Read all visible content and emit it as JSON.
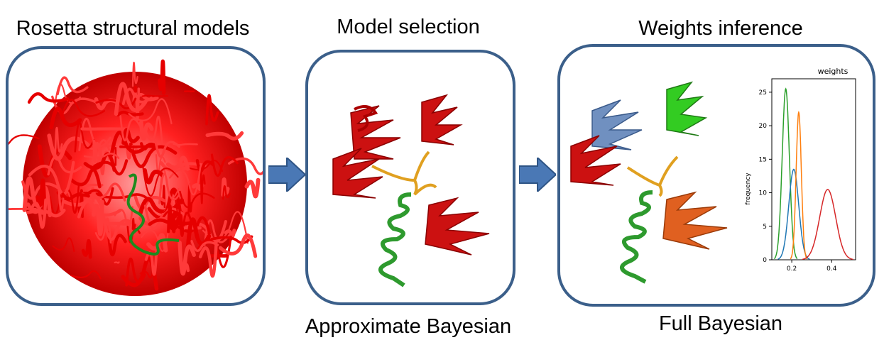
{
  "stages": [
    {
      "title": "Rosetta structural models",
      "subtitle": ""
    },
    {
      "title": "Model selection",
      "subtitle": "Approximate Bayesian"
    },
    {
      "title": "Weights inference",
      "subtitle": "Full Bayesian"
    }
  ],
  "colors": {
    "panel_border": "#3b5f8a",
    "arrow_fill": "#4a78b5",
    "domain_red": "#cc1111",
    "ensemble_red": "#ff1a1a",
    "helix_green": "#2e9a2e",
    "linker_orange": "#e0a020",
    "domain_blue": "#7090c0",
    "domain_green": "#33cc22",
    "domain_orange": "#e06020"
  },
  "chart_data": {
    "type": "line",
    "title": "weights",
    "xlabel": "",
    "ylabel": "frequency",
    "xlim": [
      0.1,
      0.52
    ],
    "ylim": [
      0,
      27
    ],
    "xticks": [
      0.2,
      0.4
    ],
    "xtick_labels": [
      "0.2",
      "0.4"
    ],
    "yticks": [
      0,
      5,
      10,
      15,
      20,
      25
    ],
    "ytick_labels": [
      "0",
      "5",
      "10",
      "15",
      "20",
      "25"
    ],
    "grid": false,
    "series": [
      {
        "color": "#2ca02c",
        "peak_x": 0.17,
        "peak_y": 25.5,
        "width": 0.018
      },
      {
        "color": "#1f77b4",
        "peak_x": 0.21,
        "peak_y": 13.5,
        "width": 0.025
      },
      {
        "color": "#ff7f0e",
        "peak_x": 0.235,
        "peak_y": 22,
        "width": 0.013
      },
      {
        "color": "#d62728",
        "peak_x": 0.38,
        "peak_y": 10.5,
        "width": 0.04
      }
    ]
  }
}
